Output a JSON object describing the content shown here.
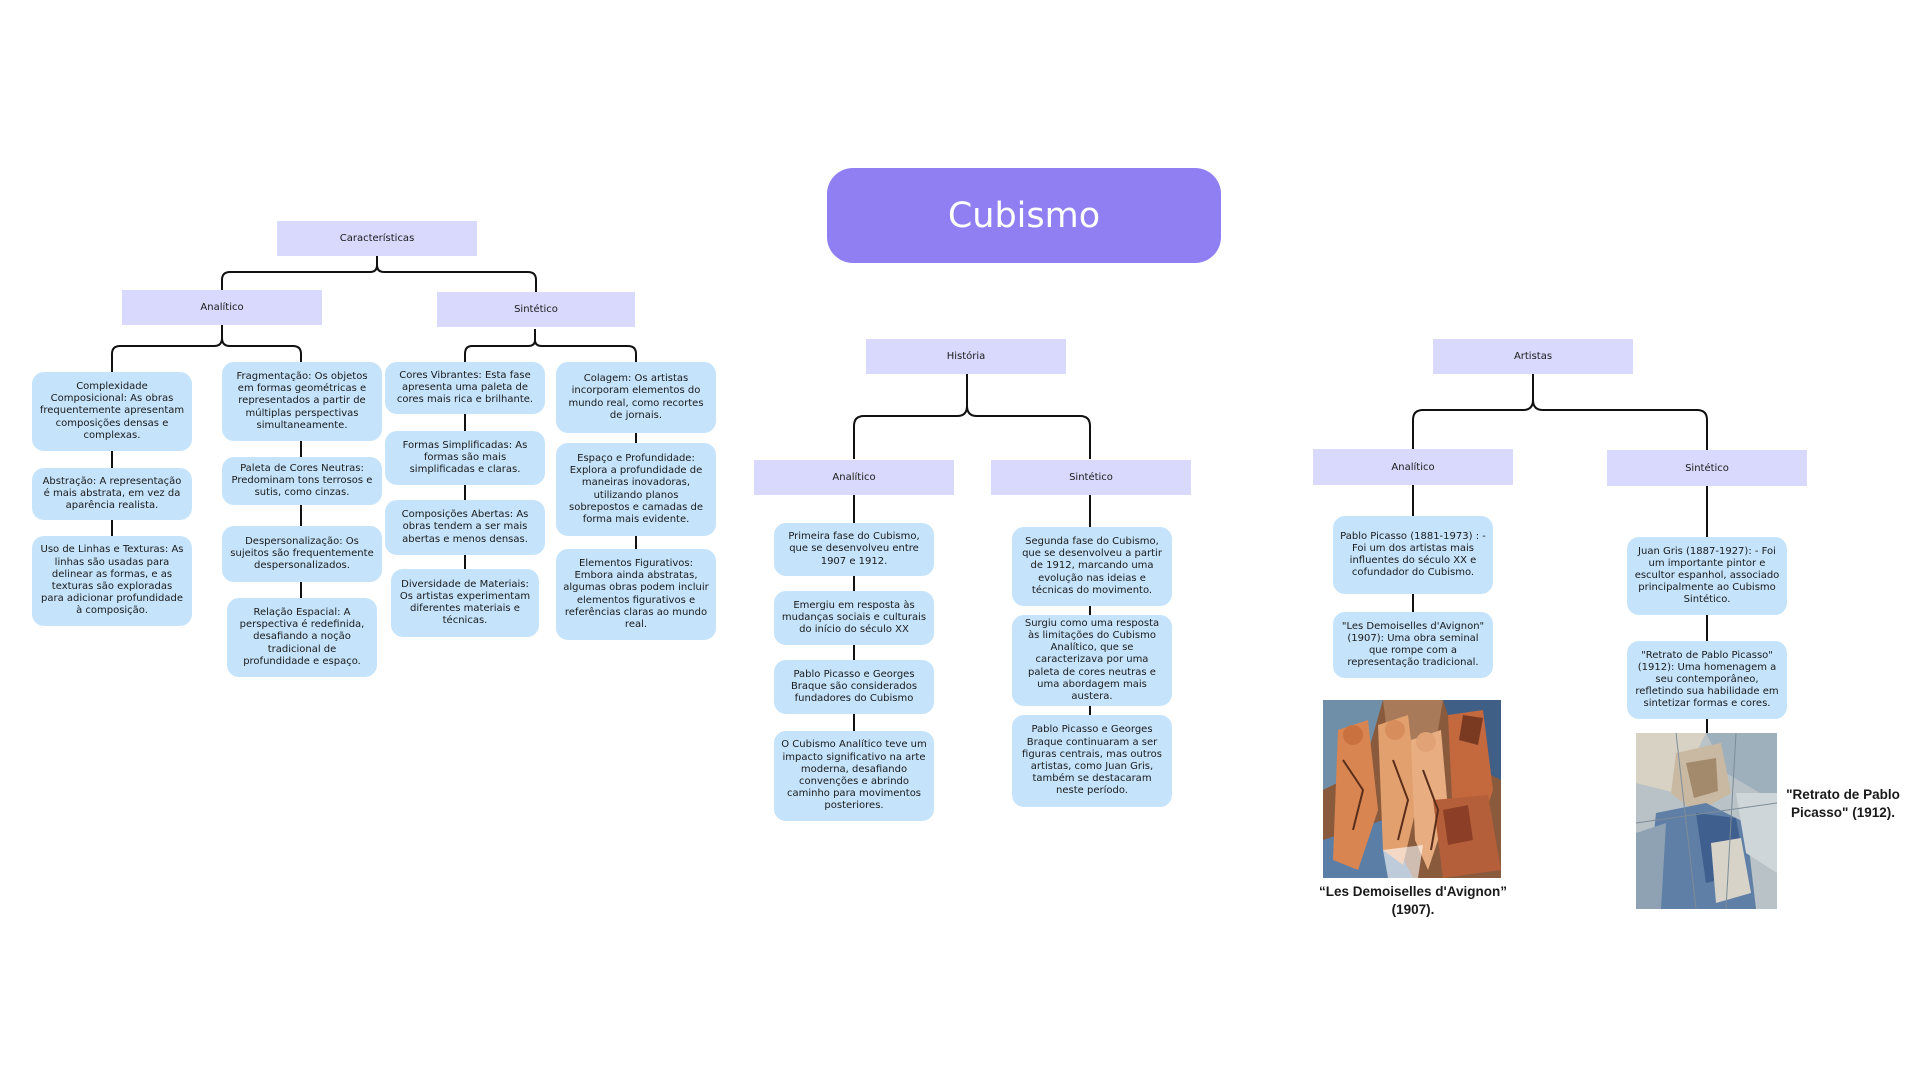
{
  "title": "Cubismo",
  "caracteristicas": {
    "label": "Características",
    "analitico": {
      "label": "Analítico",
      "col1": [
        "Complexidade Composicional: As obras frequentemente apresentam composições densas e complexas.",
        "Abstração: A representação é mais abstrata, em vez da aparência realista.",
        "Uso de Linhas e Texturas: As linhas são usadas para delinear as formas, e as texturas são exploradas para adicionar profundidade à composição."
      ],
      "col2": [
        "Fragmentação: Os objetos em formas geométricas e representados a partir de múltiplas perspectivas simultaneamente.",
        "Paleta de Cores Neutras: Predominam tons terrosos e sutis, como cinzas.",
        "Despersonalização: Os sujeitos são frequentemente despersonalizados.",
        "Relação Espacial: A perspectiva é redefinida, desafiando a noção tradicional de profundidade e espaço."
      ]
    },
    "sintetico": {
      "label": "Sintético",
      "col1": [
        "Cores Vibrantes: Esta fase apresenta uma paleta de cores mais rica e brilhante.",
        "Formas Simplificadas: As formas são mais simplificadas e claras.",
        "Composições Abertas: As obras tendem a ser mais abertas e menos densas.",
        "Diversidade de Materiais: Os artistas experimentam diferentes materiais e técnicas."
      ],
      "col2": [
        "Colagem: Os artistas incorporam elementos do mundo real, como recortes de jornais.",
        "Espaço e Profundidade: Explora a profundidade de maneiras inovadoras, utilizando planos sobrepostos e camadas de forma mais evidente.",
        "Elementos Figurativos: Embora ainda abstratas, algumas obras podem incluir elementos figurativos e referências claras ao mundo real."
      ]
    }
  },
  "historia": {
    "label": "História",
    "analitico": {
      "label": "Analítico",
      "items": [
        "Primeira fase do Cubismo, que se desenvolveu entre 1907 e 1912.",
        "Emergiu em resposta às mudanças sociais e culturais do início do século XX",
        "Pablo Picasso e Georges Braque são considerados fundadores do Cubismo",
        "O Cubismo Analítico teve um impacto significativo na arte moderna, desafiando convenções e abrindo caminho para movimentos posteriores."
      ]
    },
    "sintetico": {
      "label": "Sintético",
      "items": [
        "Segunda fase do Cubismo, que se desenvolveu a partir de 1912, marcando uma evolução nas ideias e técnicas do movimento.",
        "Surgiu como uma resposta às limitações do Cubismo Analítico, que se caracterizava por uma paleta de cores neutras e uma abordagem mais austera.",
        "Pablo Picasso e Georges Braque continuaram a ser figuras centrais, mas outros artistas, como Juan Gris, também se destacaram neste período."
      ]
    }
  },
  "artistas": {
    "label": "Artistas",
    "analitico": {
      "label": "Analítico",
      "items": [
        "Pablo Picasso (1881-1973) : - Foi um dos artistas mais influentes do século XX e cofundador do Cubismo.",
        "\"Les Demoiselles d'Avignon\" (1907): Uma obra seminal que rompe com a representação tradicional."
      ],
      "image_caption": "“Les Demoiselles d'Avignon” (1907)."
    },
    "sintetico": {
      "label": "Sintético",
      "items": [
        "Juan Gris (1887-1927): - Foi um importante pintor e escultor espanhol, associado principalmente ao Cubismo Sintético.",
        "\"Retrato de Pablo Picasso\" (1912): Uma homenagem a seu contemporâneo, refletindo sua habilidade em sintetizar formas e cores."
      ],
      "image_caption": "\"Retrato de Pablo Picasso\" (1912)."
    }
  },
  "colors": {
    "title_bg": "#8f7ff2",
    "header_bg": "#d9d9fd",
    "note_bg": "#c5e4fb",
    "line": "#111111"
  }
}
